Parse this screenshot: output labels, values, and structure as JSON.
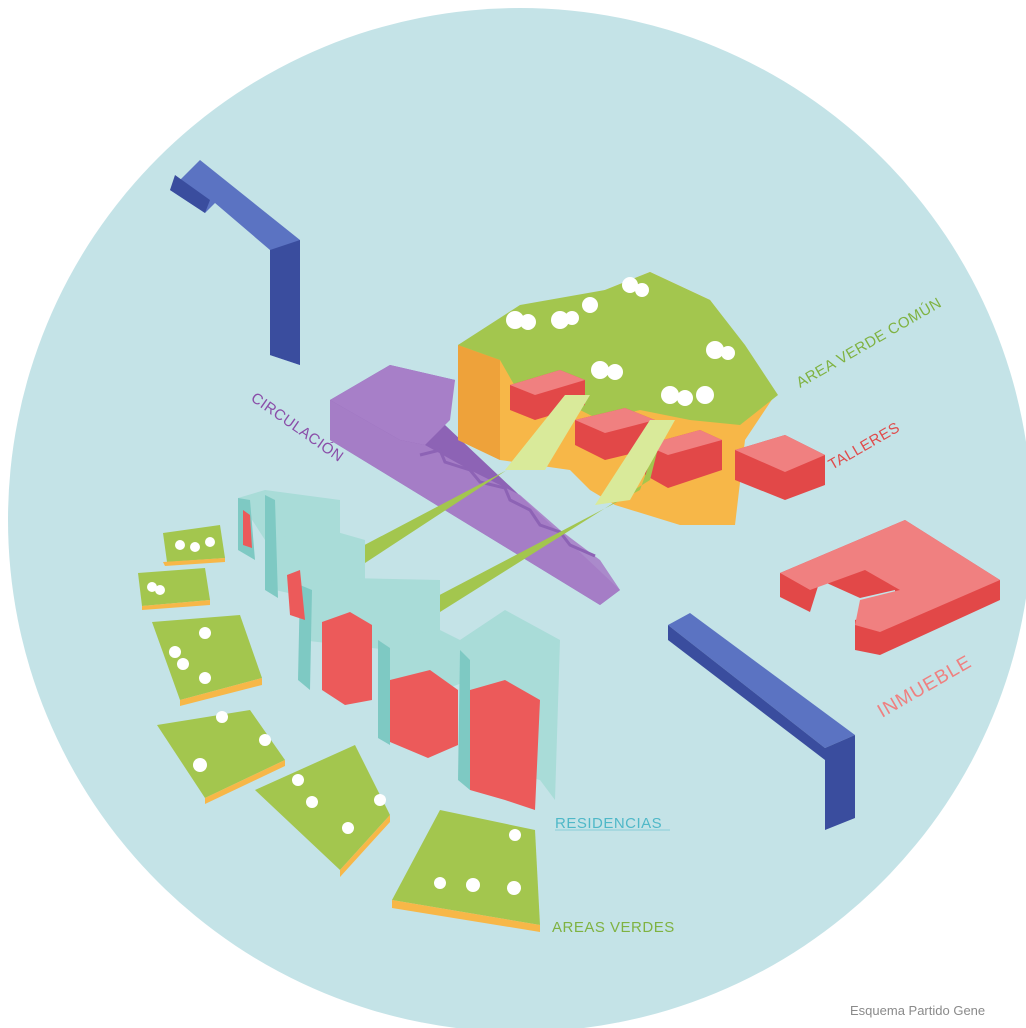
{
  "labels": {
    "circulacion": "CIRCULACIÓN",
    "area_verde_comun": "AREA VERDE COMÚN",
    "talleres": "TALLERES",
    "inmueble": "INMUEBLE",
    "residencias": "RESIDENCIAS",
    "areas_verdes": "AREAS VERDES"
  },
  "caption": "Esquema Partido Gene",
  "colors": {
    "background_circle": "#c4e3e7",
    "green": "#a3c64e",
    "green_dark": "#8fb23c",
    "orange": "#f7b748",
    "orange_dark": "#eea23a",
    "red": "#ec5a5a",
    "red_light": "#f08080",
    "red_dark": "#e24848",
    "purple": "#a77fc8",
    "purple_dark": "#8d63b5",
    "teal": "#7ec9c3",
    "teal_light": "#a9dcd8",
    "blue": "#5b73c2",
    "blue_dark": "#3a4d9e",
    "label_green": "#7fb241",
    "label_red": "#e04b4b",
    "label_purple": "#8a4da8",
    "label_teal": "#4fb8c8",
    "label_pink": "#ef8080",
    "arrow_green": "#d9ea9a"
  }
}
